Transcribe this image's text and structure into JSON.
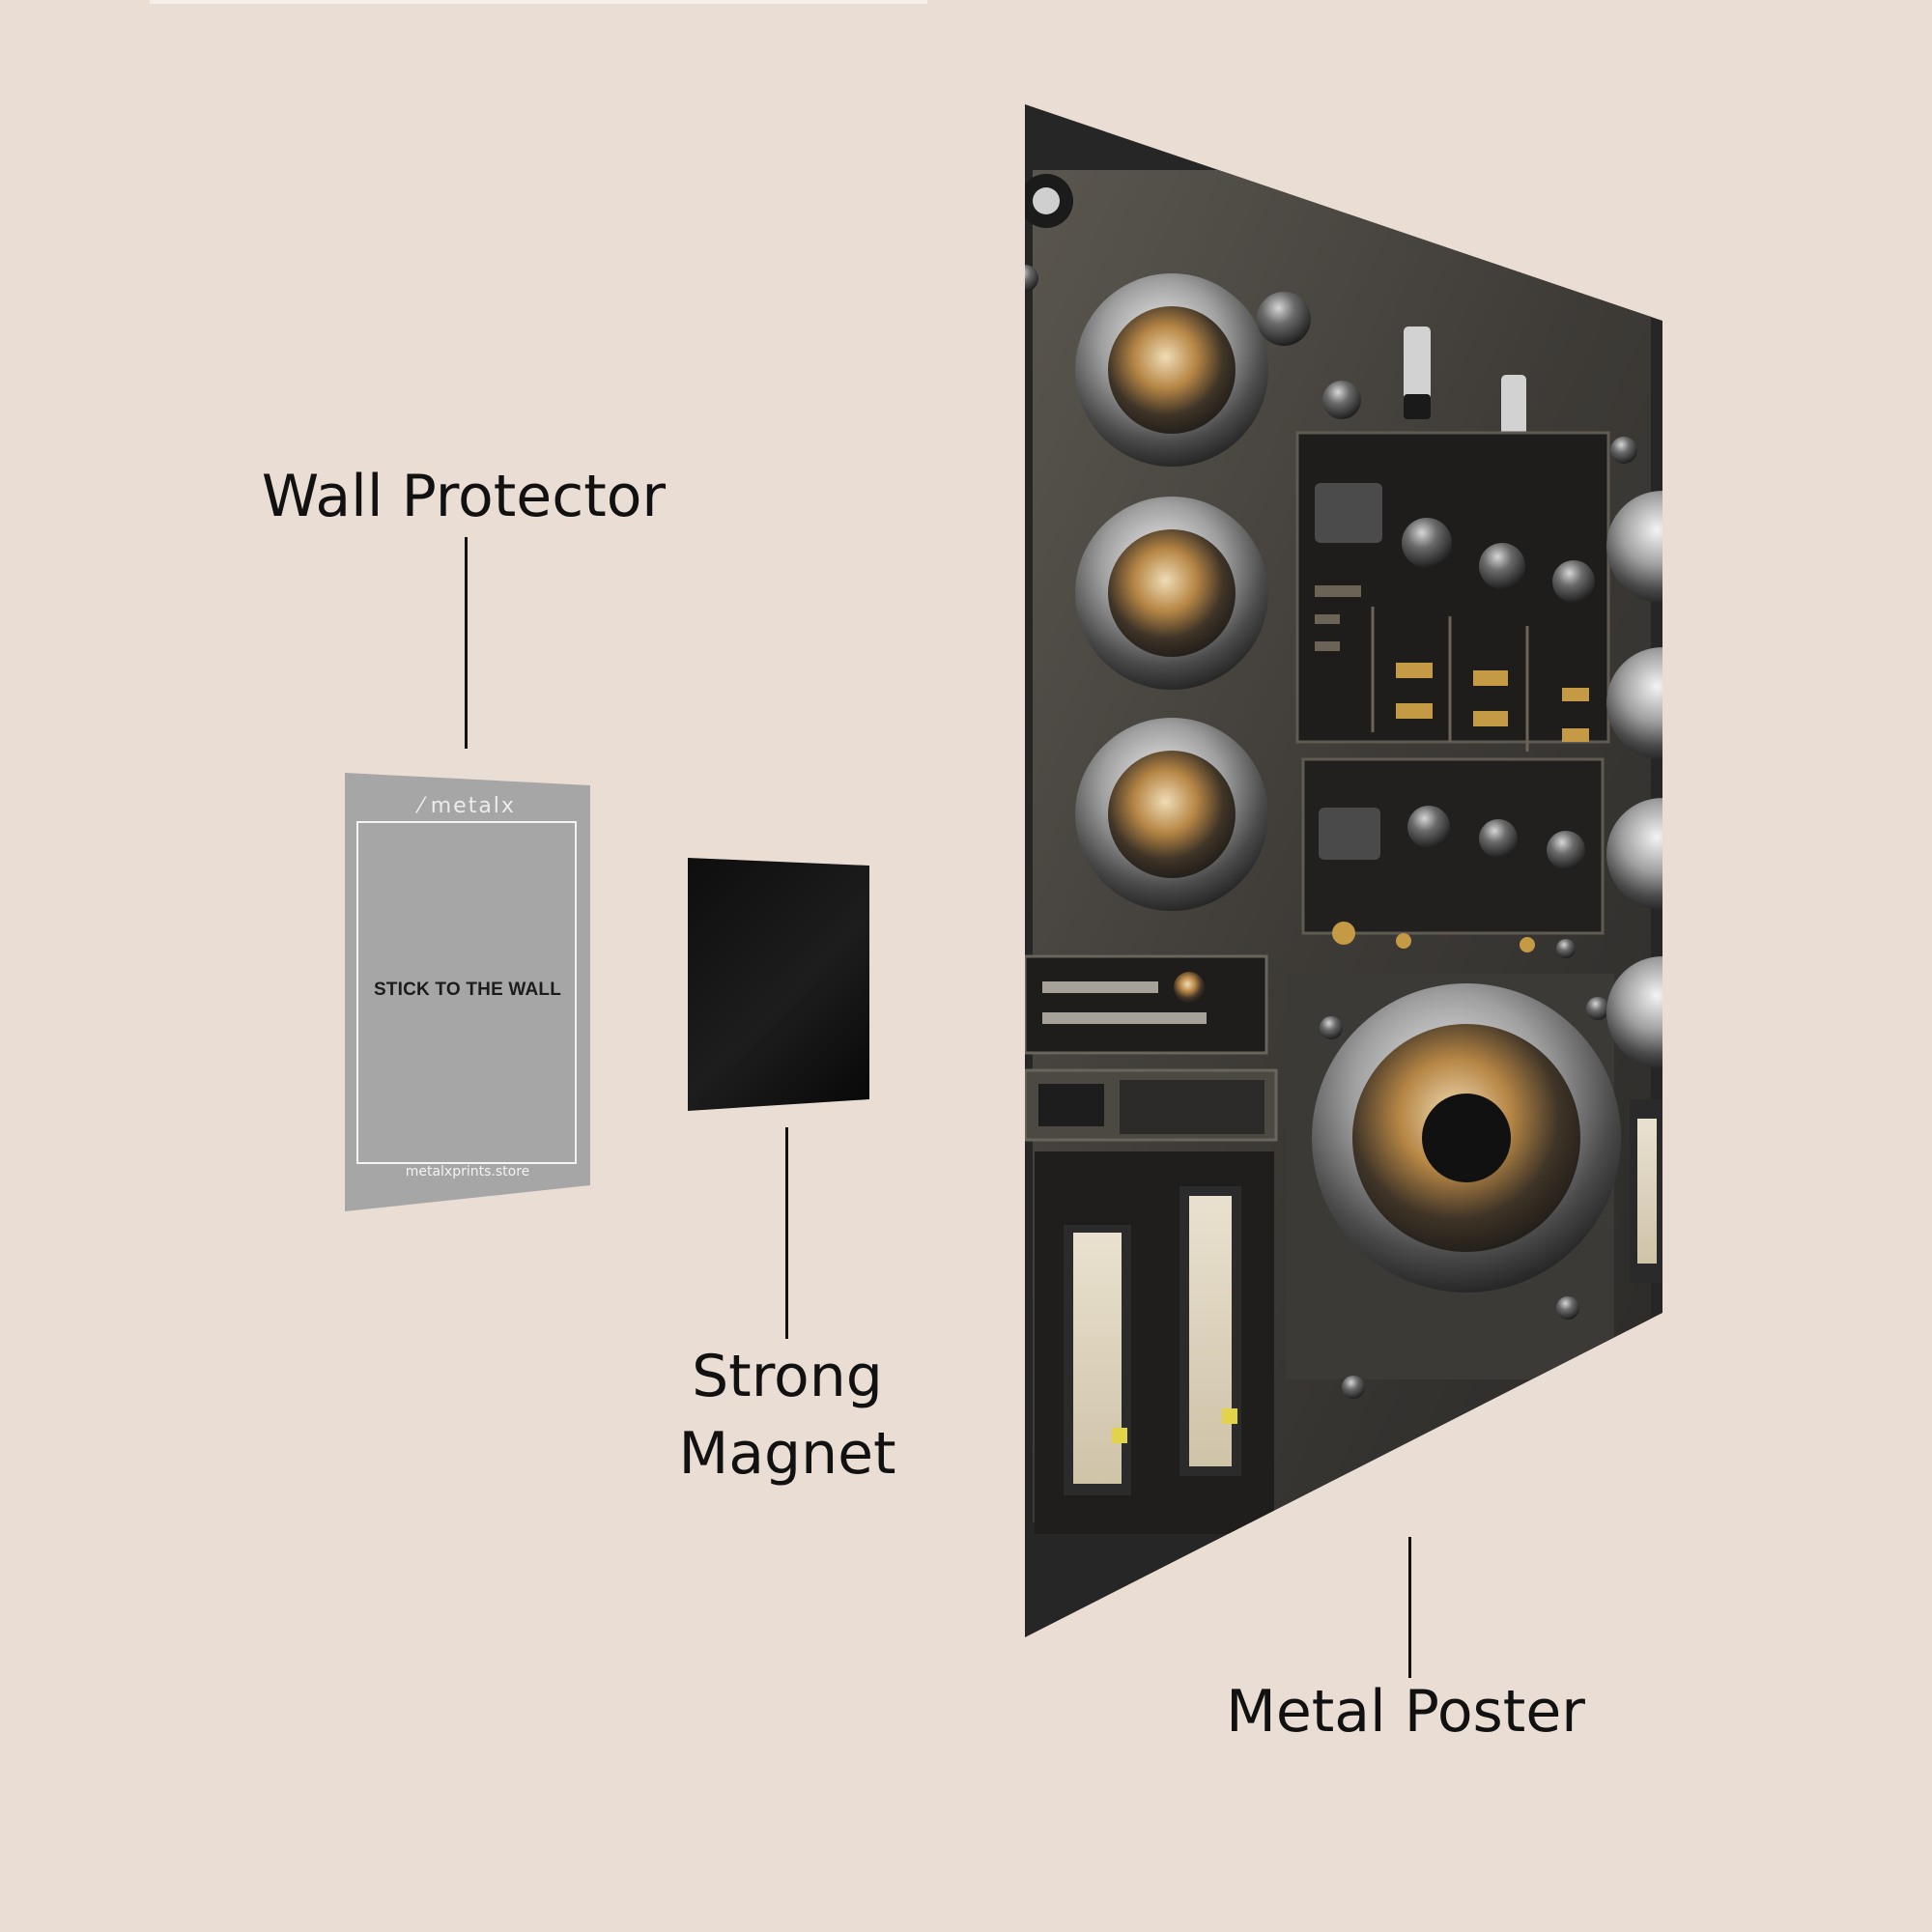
{
  "labels": {
    "wall_protector": "Wall Protector",
    "strong": "Strong",
    "magnet": "Magnet",
    "metal_poster": "Metal Poster"
  },
  "protector": {
    "logo": "metalx",
    "instruction": "STICK TO THE WALL",
    "website": "metalxprints.store"
  },
  "colors": {
    "background": "#eaddd4",
    "protector": "#a6a6a6",
    "magnet": "#0d0d0d",
    "poster_frame": "#262626",
    "accent_gold": "#c59a44"
  }
}
